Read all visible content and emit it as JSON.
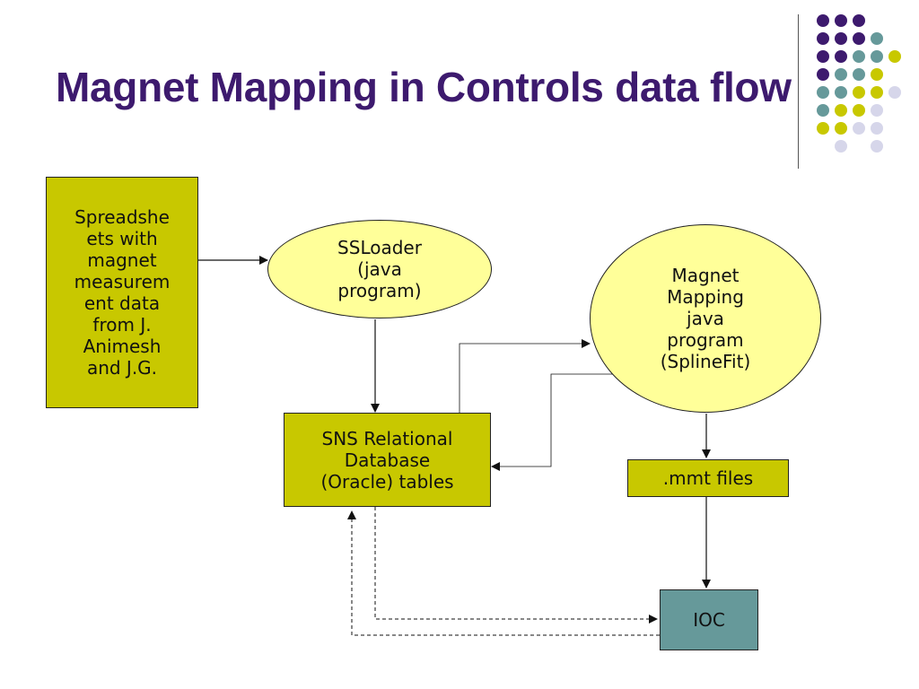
{
  "title": "Magnet Mapping in Controls data flow",
  "nodes": {
    "spreadsheets": "Spreadshe\nets with\nmagnet\nmeasurem\nent data\nfrom J.\nAnimesh\nand J.G.",
    "ssloader": "SSLoader\n(java\nprogram)",
    "magnet_mapping": "Magnet\nMapping\njava\nprogram\n(SplineFit)",
    "database": "SNS Relational\nDatabase\n(Oracle) tables",
    "mmt_files": ".mmt files",
    "ioc": "IOC"
  },
  "colors": {
    "title": "#3d1a6e",
    "olive_box": "#c8c800",
    "yellow_ellipse": "#ffff99",
    "teal_box": "#66999a",
    "dot_purple": "#3d1a6e",
    "dot_teal": "#66999a",
    "dot_yellow": "#c8c800",
    "dot_lavender": "#d6d6ea"
  }
}
